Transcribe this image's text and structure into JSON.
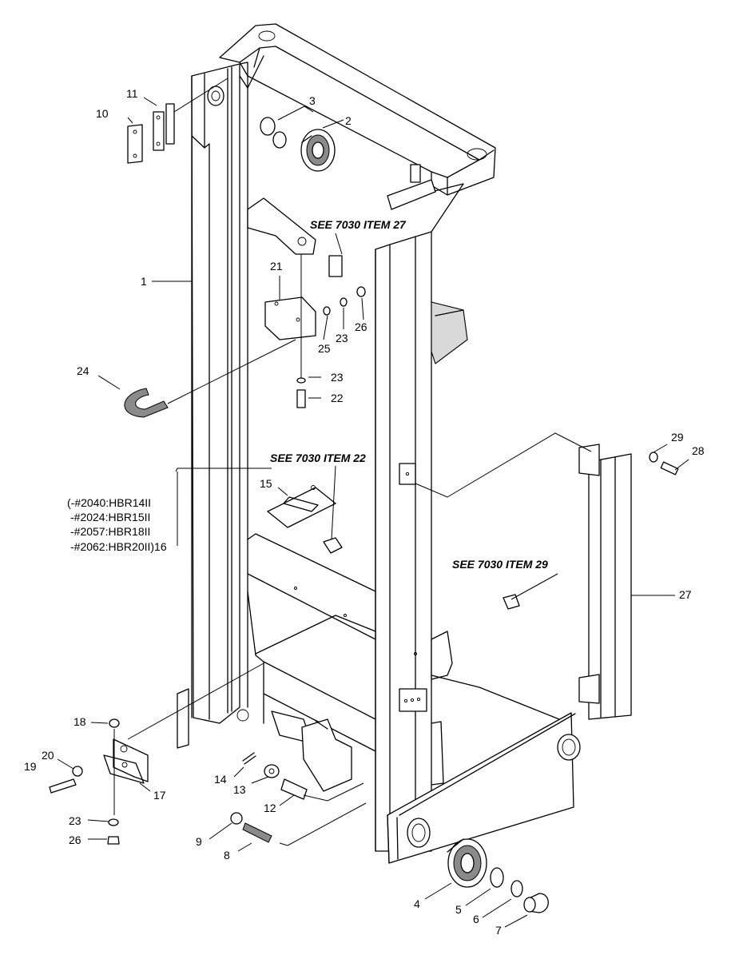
{
  "callouts": {
    "c1": "1",
    "c2": "2",
    "c3": "3",
    "c4": "4",
    "c5": "5",
    "c6": "6",
    "c7": "7",
    "c8": "8",
    "c9": "9",
    "c10": "10",
    "c11": "11",
    "c12": "12",
    "c13": "13",
    "c14": "14",
    "c15": "15",
    "c17": "17",
    "c18": "18",
    "c19": "19",
    "c20": "20",
    "c21": "21",
    "c22": "22",
    "c23a": "23",
    "c23b": "23",
    "c23c": "23",
    "c24": "24",
    "c25": "25",
    "c26a": "26",
    "c26b": "26",
    "c27": "27",
    "c28": "28",
    "c29": "29"
  },
  "references": {
    "see_item_27": "SEE 7030 ITEM 27",
    "see_item_22": "SEE 7030 ITEM 22",
    "see_item_29": "SEE 7030 ITEM 29"
  },
  "serial_note": {
    "line1": "(-#2040:HBR14II",
    "line2": "-#2024:HBR15II",
    "line3": "-#2057:HBR18II",
    "line4": "-#2062:HBR20II)16"
  }
}
